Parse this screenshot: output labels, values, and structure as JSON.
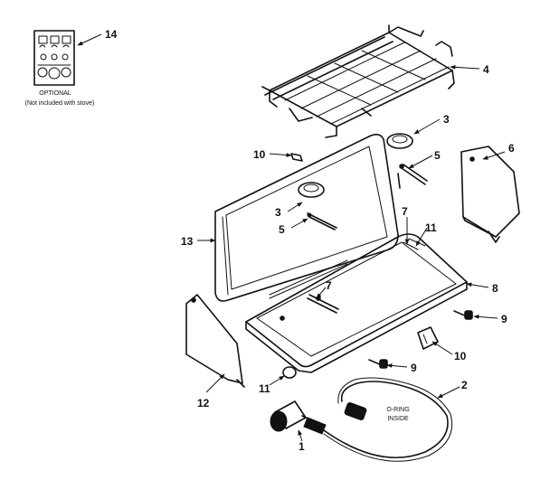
{
  "callouts": {
    "c1": "1",
    "c2": "2",
    "c3a": "3",
    "c3b": "3",
    "c4": "4",
    "c5a": "5",
    "c5b": "5",
    "c6": "6",
    "c7a": "7",
    "c7b": "7",
    "c8": "8",
    "c9a": "9",
    "c9b": "9",
    "c10a": "10",
    "c10b": "10",
    "c11a": "11",
    "c11b": "11",
    "c12": "12",
    "c13": "13",
    "c14": "14"
  },
  "notes": {
    "optional_title": "OPTIONAL",
    "optional_sub": "(Not included with stove)",
    "oring_line1": "O-RING",
    "oring_line2": "INSIDE"
  }
}
